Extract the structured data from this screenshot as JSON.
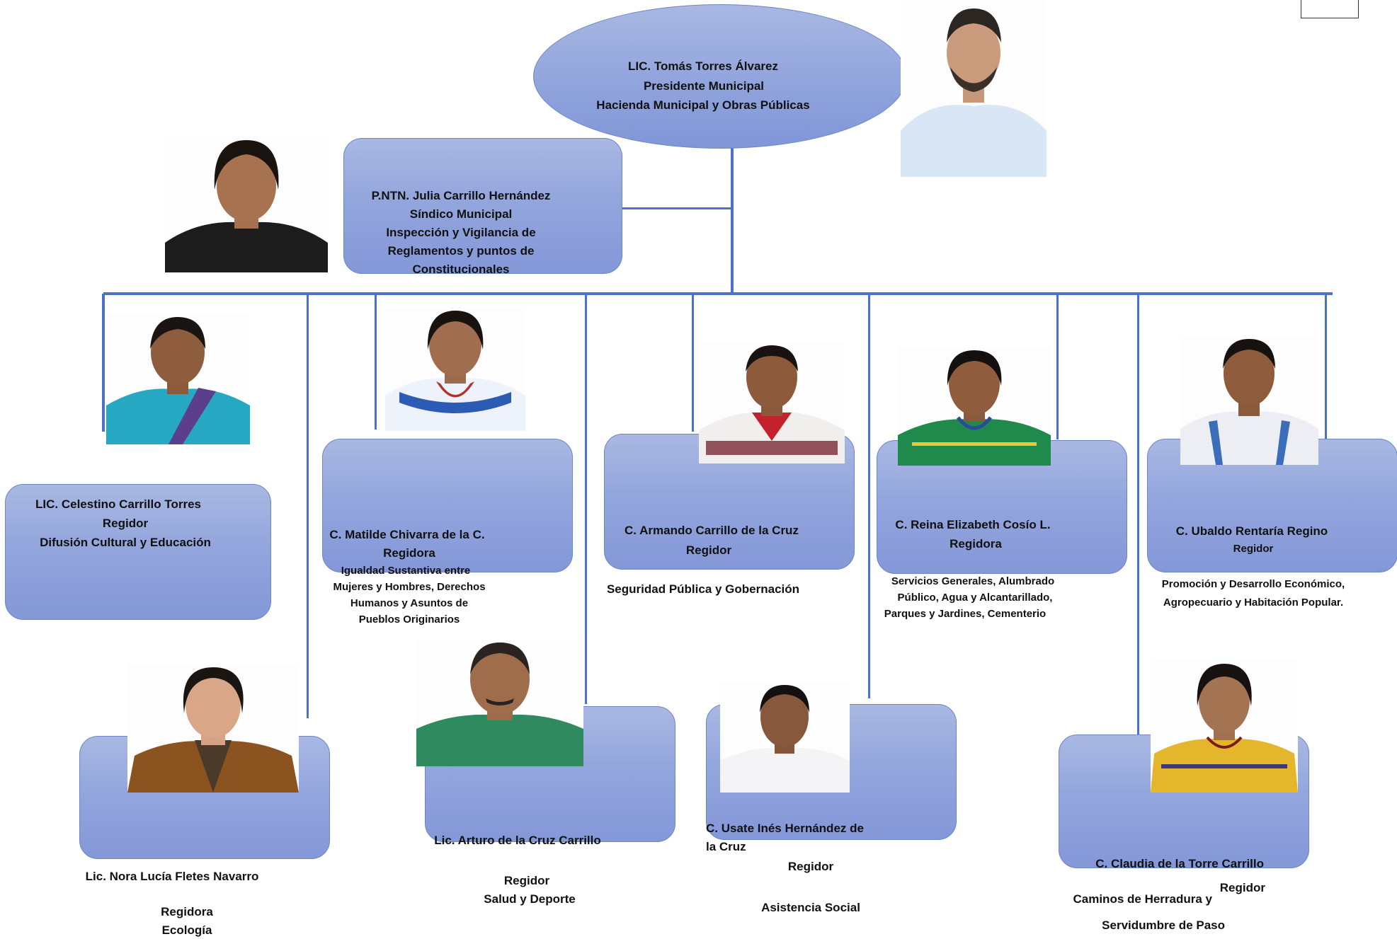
{
  "president": {
    "name": "LIC. Tomás Torres Álvarez",
    "role": "Presidente Municipal",
    "area": "Hacienda Municipal y Obras Públicas"
  },
  "sindico": {
    "name": "P.NTN. Julia Carrillo Hernández",
    "role": "Síndico Municipal",
    "area_line1": "Inspección y Vigilancia de",
    "area_line2": "Reglamentos y puntos de",
    "area_line3": "Constitucionales"
  },
  "members": [
    {
      "name": "LIC. Celestino Carrillo Torres",
      "role": "Regidor",
      "area": "Difusión Cultural y Educación"
    },
    {
      "name_line1": "C. Matilde Chivarra de la C.",
      "name_line2": "Regidora",
      "area_line1": "Igualdad Sustantiva entre",
      "area_line2": "Mujeres  y Hombres, Derechos",
      "area_line3": "Humanos y  Asuntos de",
      "area_line4": "Pueblos Originarios"
    },
    {
      "name": "C. Armando Carrillo de la Cruz",
      "role": "Regidor",
      "area": "Seguridad Pública y Gobernación"
    },
    {
      "name": "C. Reina Elizabeth Cosío L.",
      "role": "Regidora",
      "area_line1": "Servicios Generales, Alumbrado",
      "area_line2": "Público,  Agua  y  Alcantarillado,",
      "area_line3": "Parques y Jardines, Cementerio"
    },
    {
      "name": "C. Ubaldo Rentaría Regino",
      "role": "Regidor",
      "area_line1": "Promoción y Desarrollo Económico,",
      "area_line2": "Agropecuario y Habitación Popular."
    },
    {
      "name": "Lic. Nora Lucía Fletes Navarro",
      "role": "Regidora",
      "area": "Ecología"
    },
    {
      "name": "Lic. Arturo de la Cruz Carrillo",
      "role": "Regidor",
      "area": "Salud y Deporte"
    },
    {
      "name_line1": "C. Usate Inés Hernández de",
      "name_line2": "la Cruz",
      "role": "Regidor",
      "area": "Asistencia Social"
    },
    {
      "name": "C. Claudia de la Torre Carrillo",
      "role": "Regidor",
      "area_line1": "Caminos de Herradura y",
      "area_line2": "Servidumbre de Paso"
    }
  ]
}
